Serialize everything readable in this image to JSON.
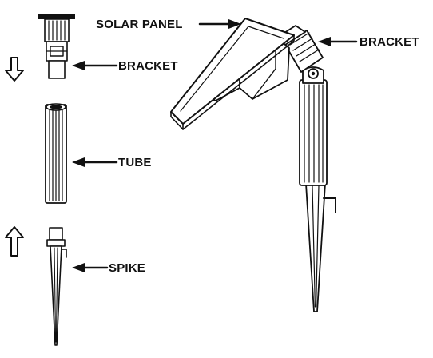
{
  "labels": {
    "solar_panel": "SOLAR PANEL",
    "bracket_assembled": "BRACKET",
    "bracket_part": "BRACKET",
    "tube": "TUBE",
    "spike": "SPIKE"
  },
  "icons": {
    "down_arrow": "outline-arrow-down",
    "up_arrow": "outline-arrow-up"
  },
  "colors": {
    "line": "#111111",
    "background": "#ffffff"
  }
}
